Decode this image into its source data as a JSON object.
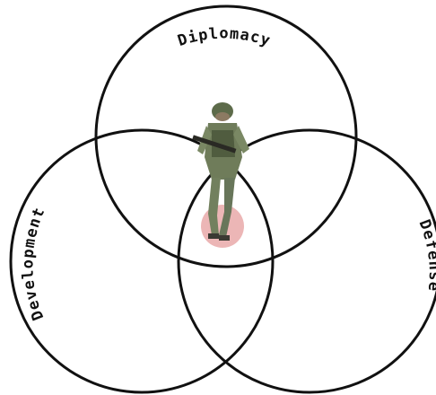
{
  "diagram": {
    "labels": {
      "top": "Diplomacy",
      "left": "Development",
      "right": "Defense"
    },
    "colors": {
      "outline": "#111111",
      "center_spot": "#e9a9a9",
      "background": "#ffffff"
    },
    "center_figure": "soldier-figure"
  }
}
